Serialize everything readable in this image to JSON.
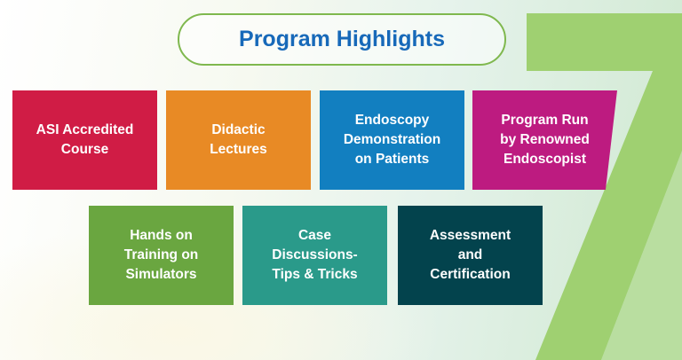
{
  "title": "Program Highlights",
  "highlights": [
    {
      "label": "ASI Accredited\nCourse",
      "color": "#d01c45"
    },
    {
      "label": "Didactic\nLectures",
      "color": "#e88a25"
    },
    {
      "label": "Endoscopy\nDemonstration\non Patients",
      "color": "#127fc0"
    },
    {
      "label": "Program Run\nby Renowned\nEndoscopist",
      "color": "#bd1b80"
    },
    {
      "label": "Hands on\nTraining on\nSimulators",
      "color": "#6aa640"
    },
    {
      "label": "Case\nDiscussions-\nTips & Tricks",
      "color": "#2a9a8a"
    },
    {
      "label": "Assessment\nand\nCertification",
      "color": "#03434d"
    }
  ],
  "decoration": {
    "numeral": "7",
    "color": "#9fd071"
  }
}
